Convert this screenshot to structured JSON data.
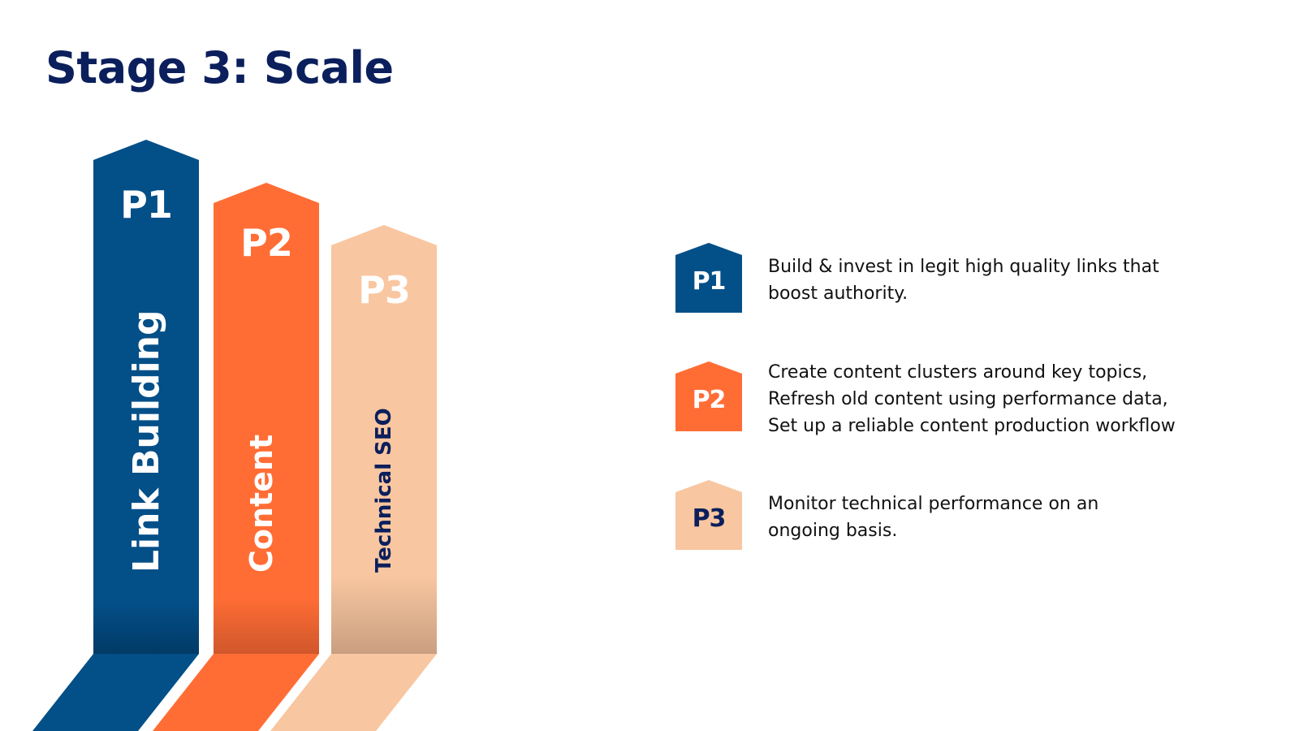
{
  "title": "Stage 3: Scale",
  "colors": {
    "title": "#0B1F5C",
    "p1": "#034F88",
    "p2": "#FF6D35",
    "p3": "#F8C6A0",
    "p3_text": "#0B1F5C",
    "body_text": "#111111"
  },
  "pillars": [
    {
      "priority": "P1",
      "label": "Link Building",
      "color": "#034F88"
    },
    {
      "priority": "P2",
      "label": "Content",
      "color": "#FF6D35"
    },
    {
      "priority": "P3",
      "label": "Technical SEO",
      "color": "#F8C6A0"
    }
  ],
  "legend": [
    {
      "badge": "P1",
      "lines": [
        "Build & invest in legit high quality links that",
        "boost authority."
      ]
    },
    {
      "badge": "P2",
      "lines": [
        "Create content clusters around key topics,",
        "Refresh old content using performance data,",
        "Set up a reliable content production workflow"
      ]
    },
    {
      "badge": "P3",
      "lines": [
        "Monitor technical performance on an",
        "ongoing basis."
      ]
    }
  ]
}
